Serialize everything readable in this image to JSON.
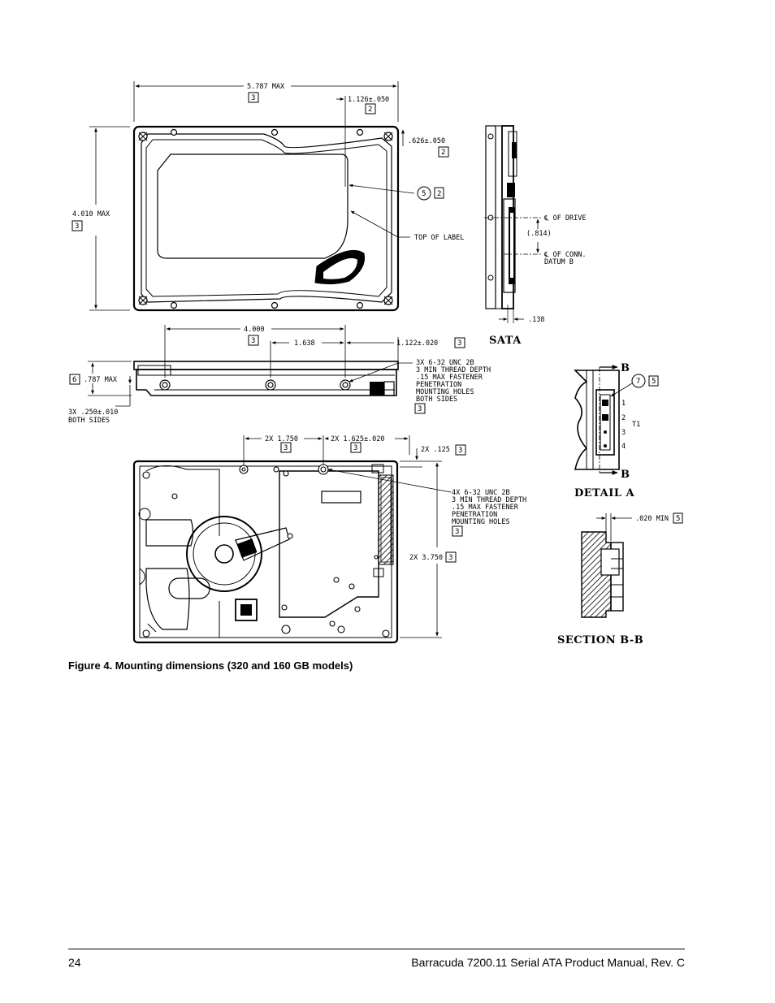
{
  "figure": {
    "caption": "Figure 4. Mounting dimensions (320 and 160 GB models)",
    "top_view": {
      "width_label": "5.787 MAX",
      "width_ref": "3",
      "offset_label": "1.126±.050",
      "offset_ref": "2",
      "edge_label": ".626±.050",
      "edge_ref": "2",
      "height_label": "4.010 MAX",
      "height_ref": "3",
      "label_callout": "5",
      "label_callout_ref": "2",
      "top_of_label": "TOP OF LABEL"
    },
    "side_view": {
      "spacing_label": "4.000",
      "spacing_ref": "3",
      "inner_spacing_label": "1.638",
      "end_label": "1.122±.020",
      "end_ref": "3",
      "height_ref": "6",
      "height_label": ".787 MAX",
      "holes_note": [
        "3X 6-32 UNC 2B",
        "3 MIN THREAD DEPTH",
        ".15 MAX FASTENER",
        "PENETRATION",
        "MOUNTING HOLES",
        "BOTH SIDES"
      ],
      "holes_ref": "3",
      "side_hole_note": [
        "3X .250±.010",
        "BOTH SIDES"
      ]
    },
    "sata_view": {
      "title": "SATA",
      "drive_center": "℄ OF DRIVE",
      "offset_label": "(.814)",
      "conn_center": [
        "℄ OF CONN.",
        "DATUM B"
      ],
      "thickness_label": ".138"
    },
    "bottom_view": {
      "spacing_a_label": "2X 1.750",
      "spacing_a_ref": "3",
      "spacing_b_label": "2X 1.625±.020",
      "spacing_b_ref": "3",
      "edge_label": "2X .125",
      "edge_ref": "3",
      "holes_note": [
        "4X 6-32 UNC 2B",
        "3 MIN THREAD DEPTH",
        ".15 MAX FASTENER",
        "PENETRATION",
        "MOUNTING HOLES"
      ],
      "holes_ref": "3",
      "height_label": "2X 3.750",
      "height_ref": "3"
    },
    "detail_a": {
      "title": "DETAIL A",
      "section_marker": "B",
      "callout": "7",
      "callout_ref": "5",
      "pins": [
        "1",
        "2",
        "3",
        "4"
      ],
      "pin_group": "T1"
    },
    "section_bb": {
      "title": "SECTION B-B",
      "gap_label": ".020 MIN",
      "gap_ref": "5"
    }
  },
  "footer": {
    "page_number": "24",
    "document_title": "Barracuda 7200.11 Serial ATA Product Manual, Rev. C"
  }
}
